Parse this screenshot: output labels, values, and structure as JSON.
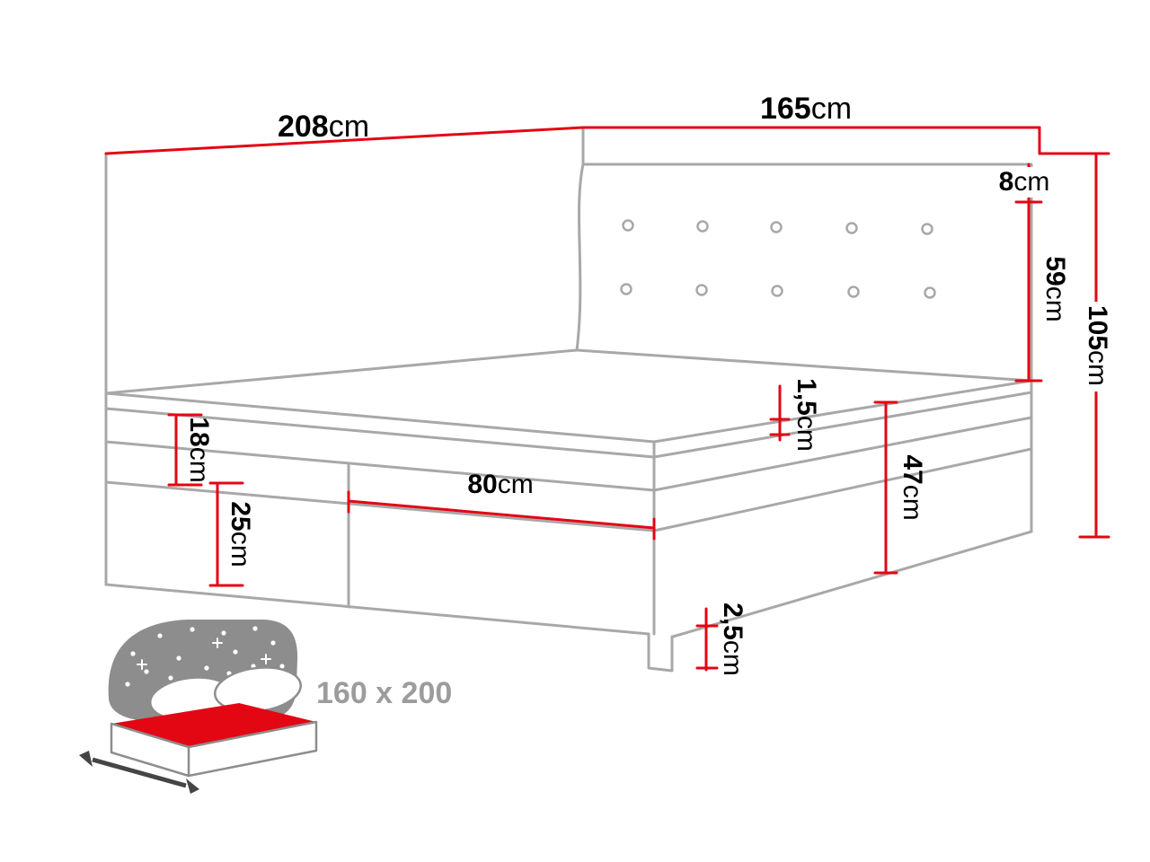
{
  "dims": {
    "length": {
      "value": "208",
      "unit": "cm"
    },
    "width": {
      "value": "165",
      "unit": "cm"
    },
    "headboard_top": {
      "value": "8",
      "unit": "cm"
    },
    "headboard_height": {
      "value": "59",
      "unit": "cm"
    },
    "total_height": {
      "value": "105",
      "unit": "cm"
    },
    "mattress_height": {
      "value": "18",
      "unit": "cm"
    },
    "base_height": {
      "value": "25",
      "unit": "cm"
    },
    "drawer_width": {
      "value": "80",
      "unit": "cm"
    },
    "topper_height": {
      "value": "1,5",
      "unit": "cm"
    },
    "side_height": {
      "value": "47",
      "unit": "cm"
    },
    "leg_height": {
      "value": "2,5",
      "unit": "cm"
    }
  },
  "footer": {
    "size_label": "160 x 200"
  },
  "colors": {
    "dimension_red": "#e30613",
    "outline_gray": "#a8a8a8",
    "icon_gray": "#8d8d8d",
    "label_gray": "#9c9c9c"
  }
}
